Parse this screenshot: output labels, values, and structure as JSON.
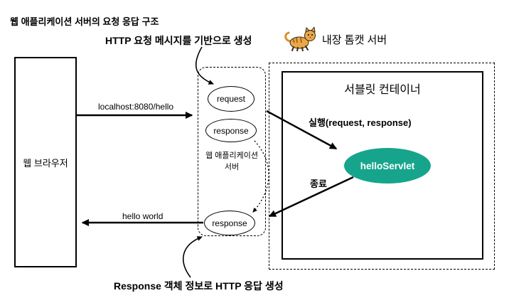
{
  "title": "웹 애플리케이션 서버의 요청 응답 구조",
  "annotations": {
    "http_request": "HTTP 요청 메시지를 기반으로 생성",
    "http_response": "Response 객체 정보로 HTTP 응답 생성"
  },
  "tomcat": {
    "icon": "tomcat-cat-icon",
    "label": "내장 톰캣 서버"
  },
  "browser": {
    "label": "웹 브라우저"
  },
  "was": {
    "label": "웹 애플리케이션 서버",
    "request": "request",
    "response": "response",
    "response_bottom": "response"
  },
  "servlet_container": {
    "title": "서블릿 컨테이너",
    "execute": "실행(request, response)",
    "servlet": "helloServlet",
    "terminate": "종료"
  },
  "flows": {
    "request_url": "localhost:8080/hello",
    "response_body": "hello world"
  },
  "colors": {
    "servlet_fill": "#16a58c",
    "servlet_text": "#ffffff",
    "line": "#000000"
  }
}
